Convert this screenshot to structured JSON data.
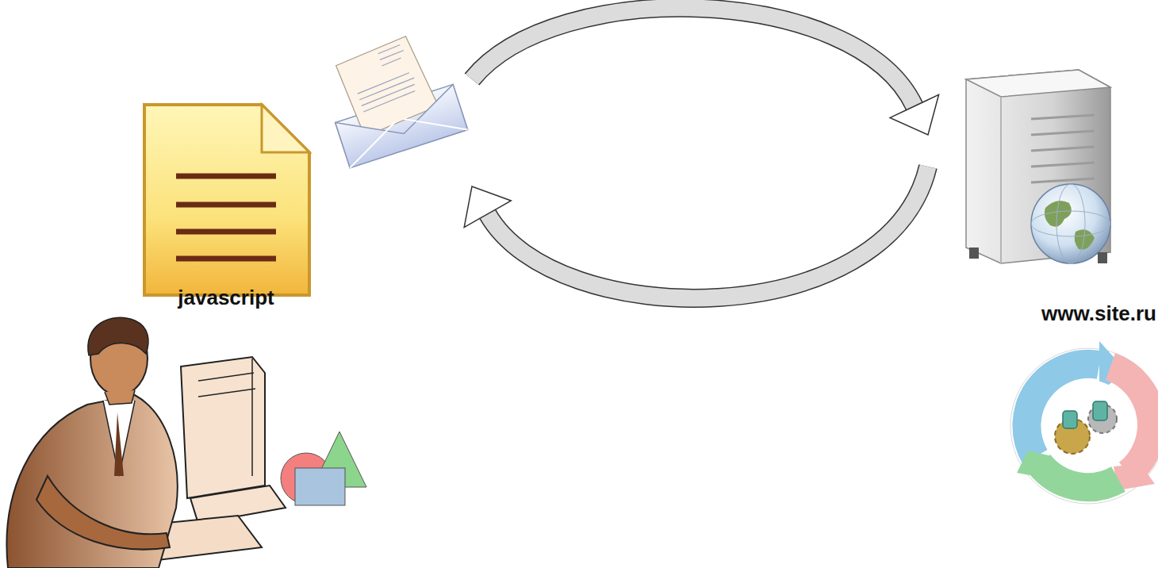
{
  "diagram": {
    "nodes": [
      {
        "text": [
          "javascript"
        ]
      },
      {
        "text": [
          "www.site.ru"
        ]
      }
    ],
    "edges": [
      {
        "from": 0,
        "to": 1,
        "arrow": "to"
      },
      {
        "from": 1,
        "to": 0,
        "arrow": "to"
      }
    ]
  }
}
